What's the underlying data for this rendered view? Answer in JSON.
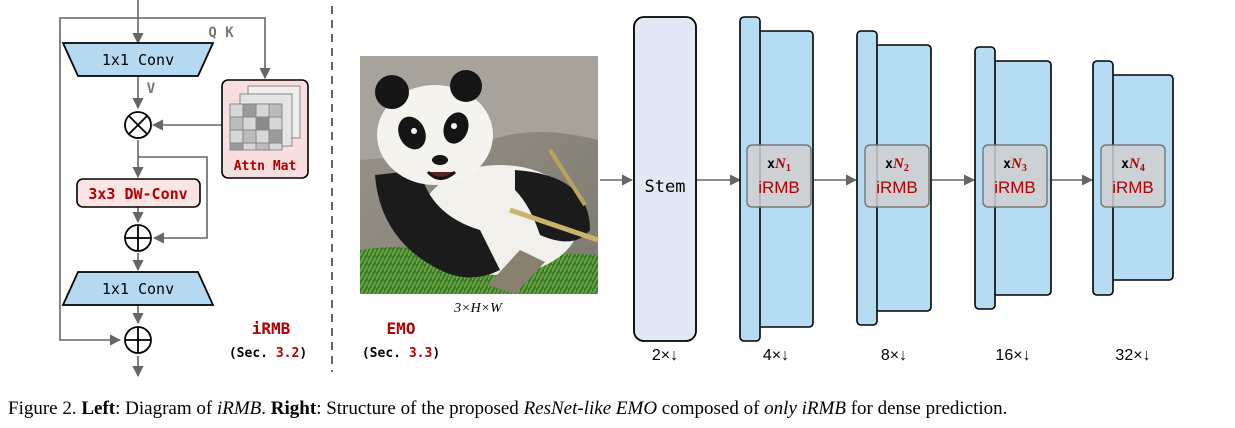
{
  "colors": {
    "dark_red": "#b30000",
    "conv_fill": "#b5d9f0",
    "attn_fill": "#f8dede",
    "dwconv_fill": "#fbe4e4",
    "stage_fill": "#b5dcf2",
    "stem_fill": "#e3e8f6",
    "irmb_fill": "#cfcfcf",
    "arrow_gray": "#666666"
  },
  "left": {
    "qk_label": "Q K",
    "v_label": "V",
    "conv_top_label": "1x1 Conv",
    "conv_bottom_label": "1x1 Conv",
    "dwconv_label": "3x3 DW-Conv",
    "attn_label": "Attn Mat",
    "title": "iRMB",
    "sec_prefix": "(Sec. ",
    "sec_ref": "3.2",
    "sec_suffix": ")"
  },
  "right": {
    "title": "EMO",
    "sec_prefix": "(Sec. ",
    "sec_ref": "3.3",
    "sec_suffix": ")",
    "image_caption": "3×H×W",
    "stem_label": "Stem",
    "stage_prefix": "x",
    "stage_letter": "N",
    "stages": [
      {
        "sub": "1",
        "label": "iRMB"
      },
      {
        "sub": "2",
        "label": "iRMB"
      },
      {
        "sub": "3",
        "label": "iRMB"
      },
      {
        "sub": "4",
        "label": "iRMB"
      }
    ],
    "scales": [
      "2×↓",
      "4×↓",
      "8×↓",
      "16×↓",
      "32×↓"
    ]
  },
  "caption": {
    "fig": "Figure 2. ",
    "left_bold": "Left",
    "t1": ": Diagram of ",
    "irmb_it": "iRMB",
    "t2": ". ",
    "right_bold": "Right",
    "t3": ": Structure of the proposed ",
    "resnet_it": "ResNet-like EMO",
    "t4": " composed of ",
    "only_it": "only iRMB",
    "t5": " for dense prediction."
  }
}
